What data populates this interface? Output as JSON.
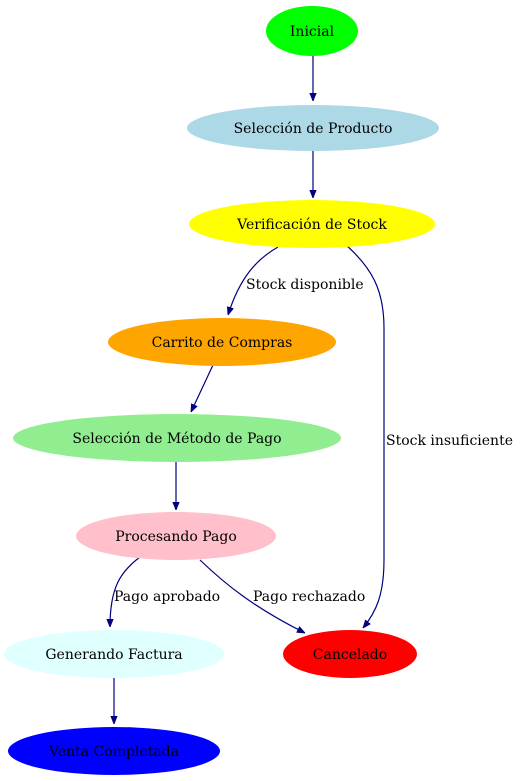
{
  "diagram": {
    "nodes": [
      {
        "id": "inicial",
        "label": "Inicial",
        "fill": "#00ff00"
      },
      {
        "id": "seleccion_producto",
        "label": "Selección de Producto",
        "fill": "#add8e6"
      },
      {
        "id": "verificacion_stock",
        "label": "Verificación de Stock",
        "fill": "#ffff00"
      },
      {
        "id": "carrito",
        "label": "Carrito de Compras",
        "fill": "#ffa500"
      },
      {
        "id": "metodo_pago",
        "label": "Selección de Método de Pago",
        "fill": "#90ee90"
      },
      {
        "id": "procesando_pago",
        "label": "Procesando Pago",
        "fill": "#ffc0cb"
      },
      {
        "id": "generando_factura",
        "label": "Generando Factura",
        "fill": "#e0ffff"
      },
      {
        "id": "cancelado",
        "label": "Cancelado",
        "fill": "#ff0000"
      },
      {
        "id": "venta_completada",
        "label": "Venta Completada",
        "fill": "#0000ff"
      }
    ],
    "edges": [
      {
        "from": "inicial",
        "to": "seleccion_producto",
        "label": ""
      },
      {
        "from": "seleccion_producto",
        "to": "verificacion_stock",
        "label": ""
      },
      {
        "from": "verificacion_stock",
        "to": "carrito",
        "label": "Stock disponible"
      },
      {
        "from": "verificacion_stock",
        "to": "cancelado",
        "label": "Stock insuficiente"
      },
      {
        "from": "carrito",
        "to": "metodo_pago",
        "label": ""
      },
      {
        "from": "metodo_pago",
        "to": "procesando_pago",
        "label": ""
      },
      {
        "from": "procesando_pago",
        "to": "generando_factura",
        "label": "Pago aprobado"
      },
      {
        "from": "procesando_pago",
        "to": "cancelado",
        "label": "Pago rechazado"
      },
      {
        "from": "generando_factura",
        "to": "venta_completada",
        "label": ""
      }
    ],
    "edge_color": "#000080"
  }
}
